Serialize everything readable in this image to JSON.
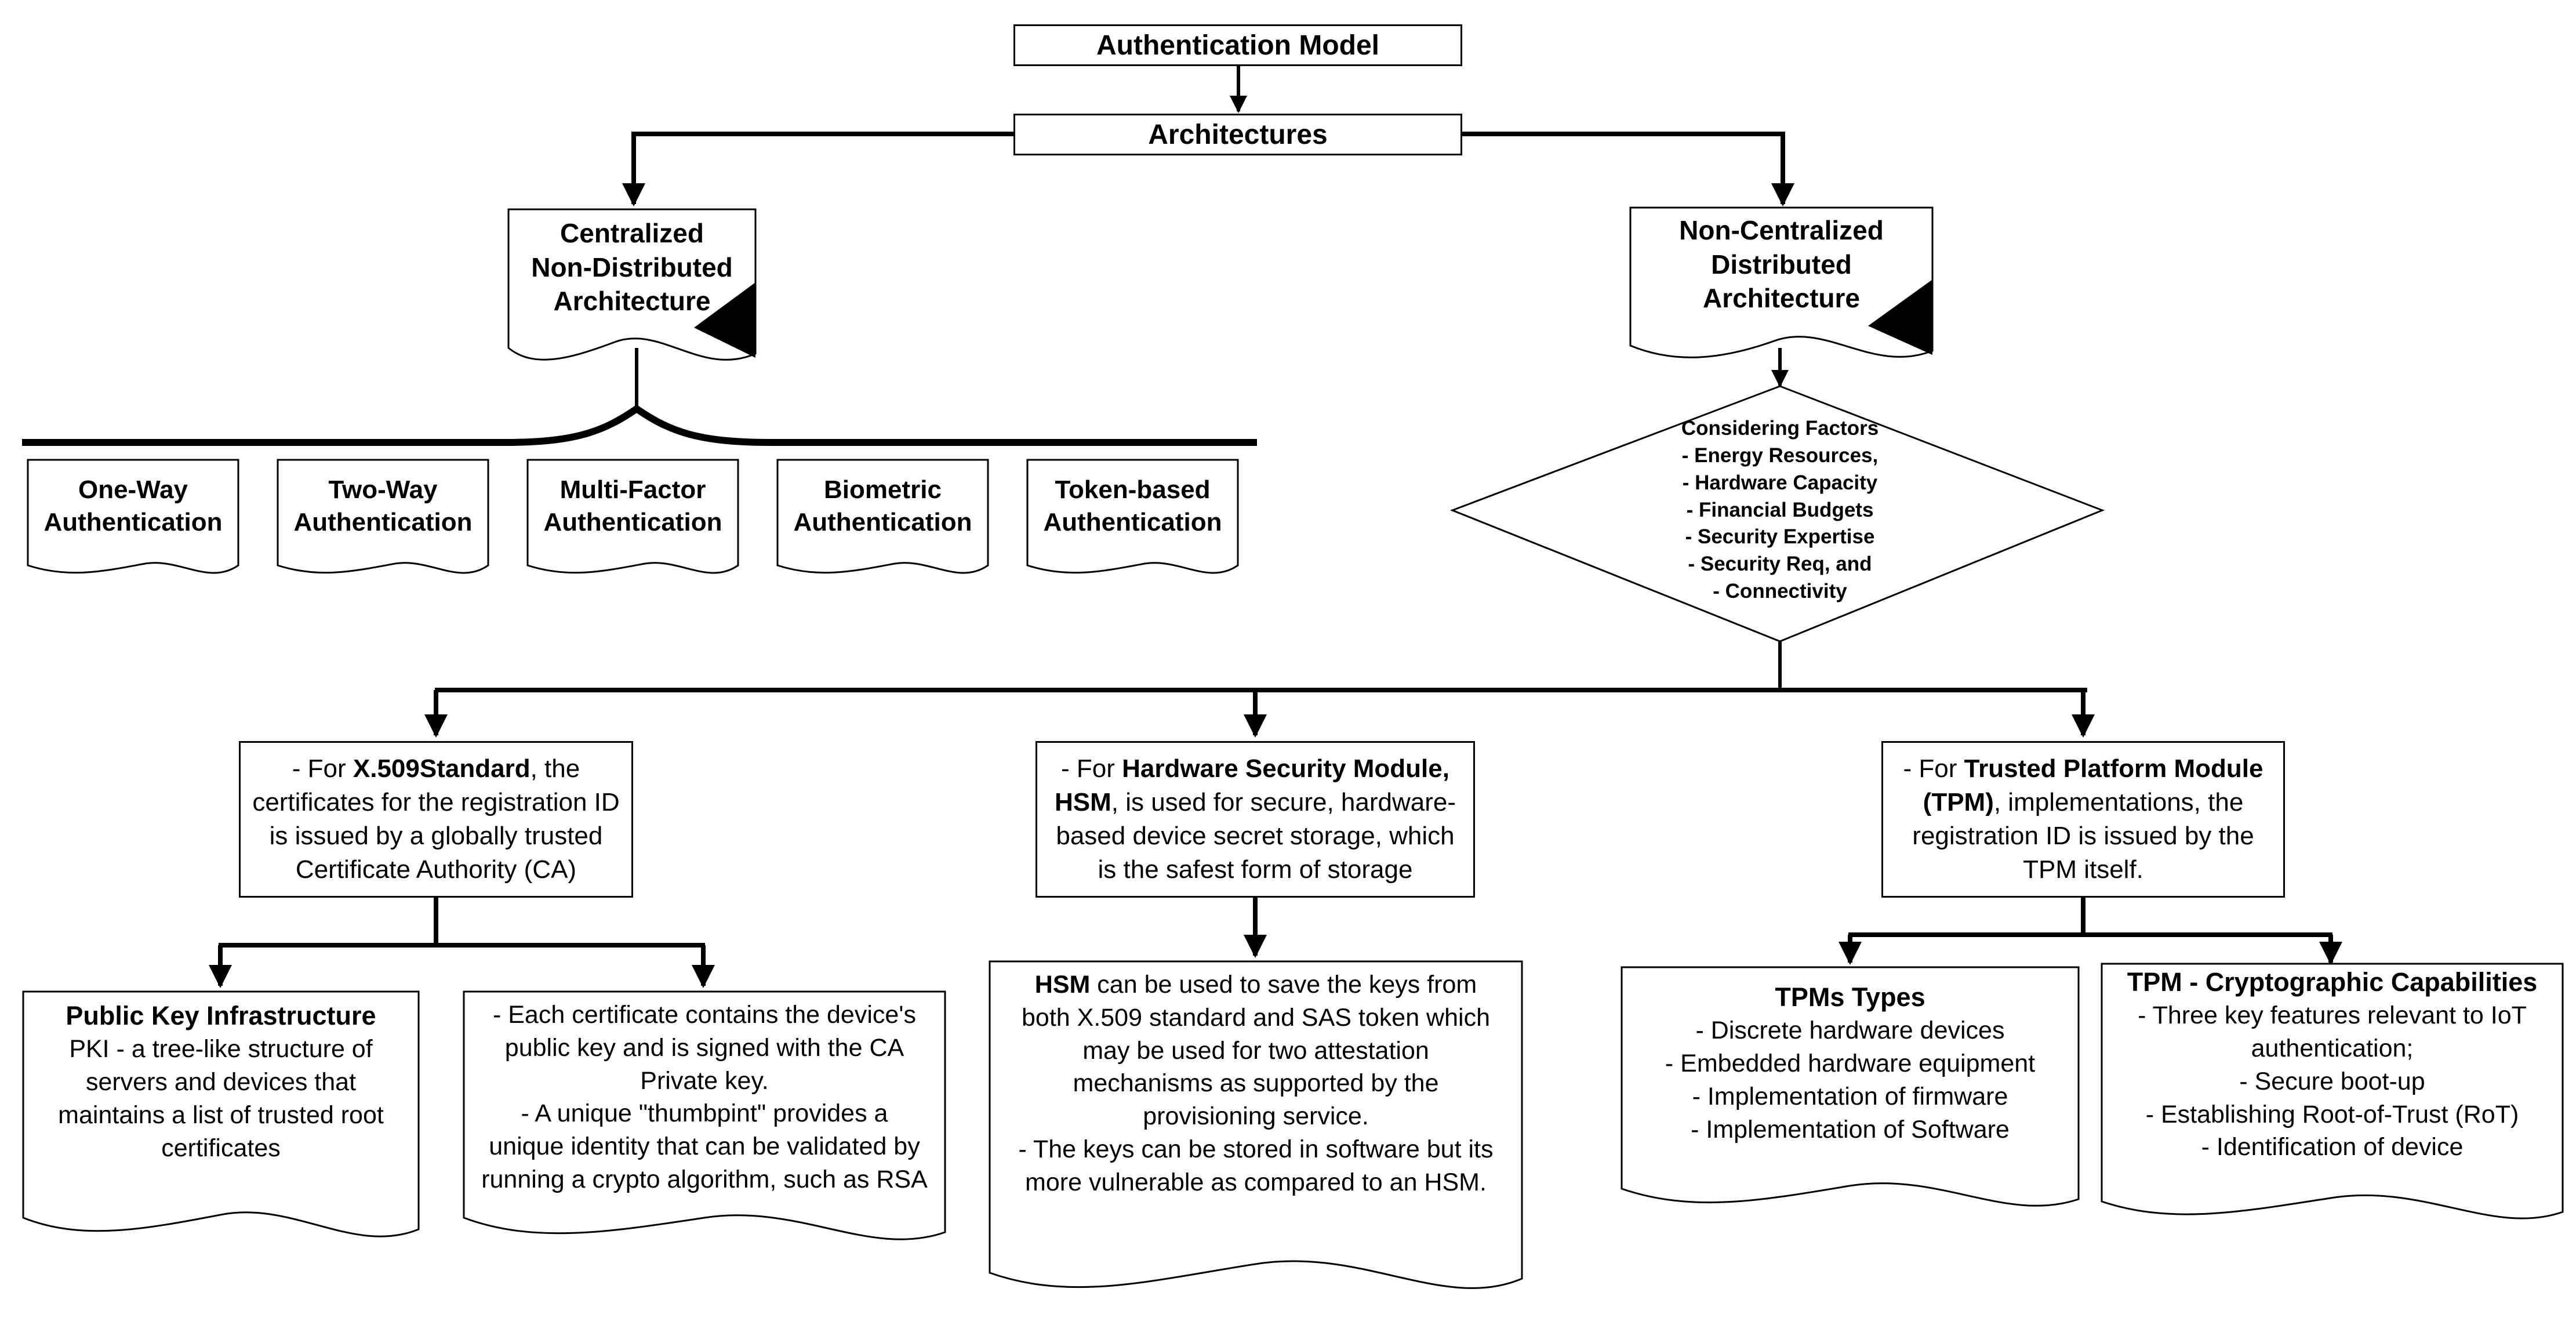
{
  "title": "Authentication Model",
  "architectures_label": "Architectures",
  "centralized": {
    "label_lines": [
      "Centralized",
      "Non-Distributed",
      "Architecture"
    ],
    "methods": [
      [
        "One-Way",
        "Authentication"
      ],
      [
        "Two-Way",
        "Authentication"
      ],
      [
        "Multi-Factor",
        "Authentication"
      ],
      [
        "Biometric",
        "Authentication"
      ],
      [
        "Token-based",
        "Authentication"
      ]
    ]
  },
  "non_centralized": {
    "label_lines": [
      "Non-Centralized",
      "Distributed",
      "Architecture"
    ],
    "factors_lines": [
      "Considering Factors",
      "- Energy Resources,",
      "- Hardware Capacity",
      "- Financial Budgets",
      "- Security Expertise",
      "- Security Req, and",
      "- Connectivity"
    ]
  },
  "x509": {
    "prefix": "- For ",
    "bold": "X.509Standard",
    "suffix": ", the",
    "rest_lines": [
      "certificates for the registration ID",
      "is issued by a globally trusted",
      "Certificate Authority (CA)"
    ],
    "pki": {
      "title": "Public Key Infrastructure",
      "lines": [
        "PKI -  a tree-like structure of",
        "servers and devices that",
        "maintains a list of trusted root",
        "certificates"
      ]
    },
    "cert_lines": [
      "- Each certificate contains the device's",
      "public key and is signed with the CA",
      "Private key.",
      "- A unique \"thumbpint\" provides a",
      "unique identity that can be validated by",
      "running a crypto algorithm, such as RSA"
    ]
  },
  "hsm": {
    "prefix": "- For ",
    "bold_1": "Hardware Security Module,",
    "bold_2": "HSM",
    "suffix": ", is used for secure, hardware-",
    "rest_lines": [
      "based device secret storage, which",
      "is the safest form of storage"
    ],
    "detail": {
      "bold": "HSM",
      "first_suffix": " can be used to save the keys from",
      "lines": [
        "both X.509 standard and SAS token which",
        "may be used for two attestation",
        "mechanisms as supported by the",
        "provisioning service.",
        "- The keys can be stored in software but its",
        "more vulnerable as compared to an HSM."
      ]
    }
  },
  "tpm": {
    "prefix": "- For ",
    "bold_1": "Trusted Platform Module",
    "bold_2": "(TPM)",
    "suffix": ", implementations, the",
    "rest_lines": [
      "registration ID is issued by the",
      "TPM itself."
    ],
    "types": {
      "title": "TPMs Types",
      "lines": [
        "- Discrete hardware devices",
        "- Embedded hardware equipment",
        "- Implementation of firmware",
        "- Implementation of Software"
      ]
    },
    "crypto": {
      "title_bold": "TPM - ",
      "title_rest": "Cryptographic Capabilities",
      "lines": [
        "- Three key features relevant to IoT",
        "authentication;",
        "- Secure boot-up",
        "- Establishing Root-of-Trust (RoT)",
        "- Identification of device"
      ]
    }
  }
}
